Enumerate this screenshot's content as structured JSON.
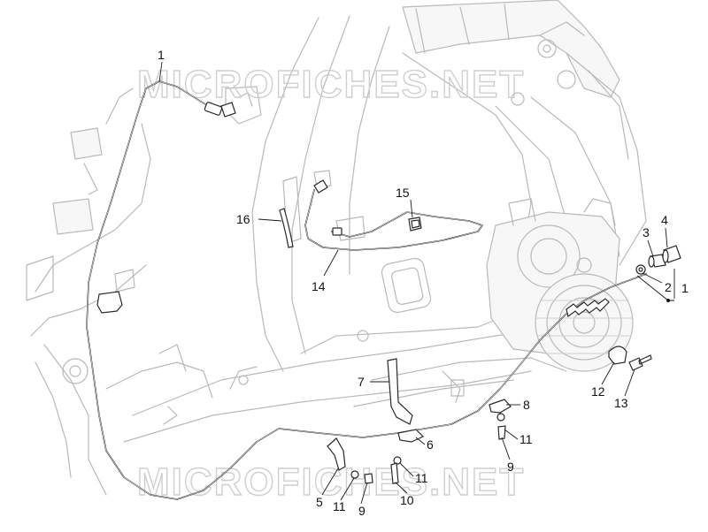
{
  "watermark": {
    "top": "MICROFICHES.NET",
    "bottom": "MICROFICHES.NET"
  },
  "callouts": [
    {
      "id": "c1a",
      "label": "1"
    },
    {
      "id": "c1b",
      "label": "1"
    },
    {
      "id": "c2",
      "label": "2"
    },
    {
      "id": "c3",
      "label": "3"
    },
    {
      "id": "c4",
      "label": "4"
    },
    {
      "id": "c5",
      "label": "5"
    },
    {
      "id": "c6",
      "label": "6"
    },
    {
      "id": "c7",
      "label": "7"
    },
    {
      "id": "c8",
      "label": "8"
    },
    {
      "id": "c9a",
      "label": "9"
    },
    {
      "id": "c9b",
      "label": "9"
    },
    {
      "id": "c10",
      "label": "10"
    },
    {
      "id": "c11a",
      "label": "11"
    },
    {
      "id": "c11b",
      "label": "11"
    },
    {
      "id": "c11c",
      "label": "11"
    },
    {
      "id": "c12",
      "label": "12"
    },
    {
      "id": "c13",
      "label": "13"
    },
    {
      "id": "c14",
      "label": "14"
    },
    {
      "id": "c15",
      "label": "15"
    },
    {
      "id": "c16",
      "label": "16"
    }
  ]
}
